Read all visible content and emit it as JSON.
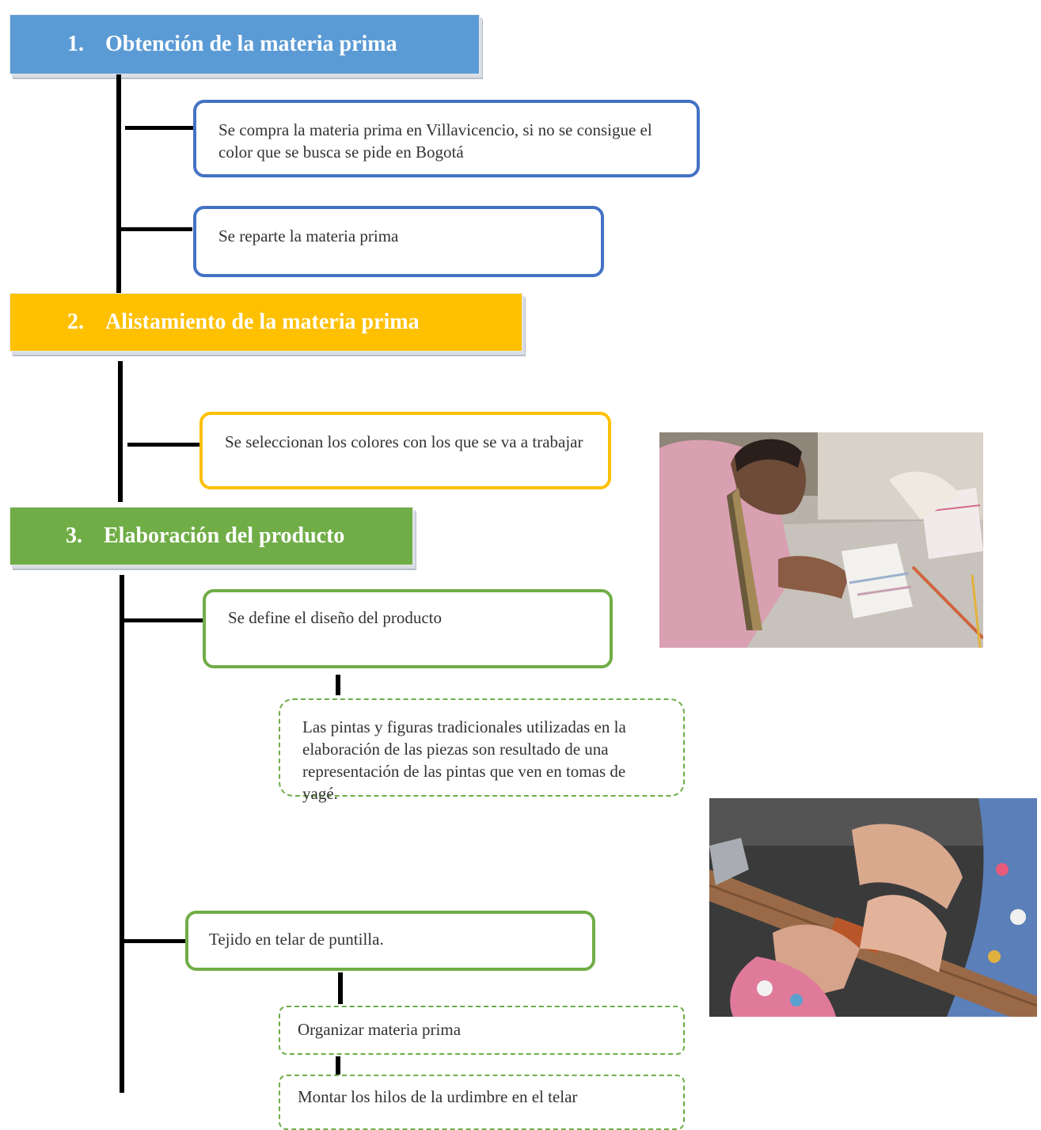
{
  "steps": [
    {
      "num": "1.",
      "title": "Obtención de la materia prima",
      "color": "#5b9bd5"
    },
    {
      "num": "2.",
      "title": "Alistamiento de la materia prima",
      "color": "#ffc000"
    },
    {
      "num": "3.",
      "title": "Elaboración del producto",
      "color": "#70ad47"
    }
  ],
  "step1_items": [
    "Se compra la materia prima en Villavicencio, si no se consigue el color que se busca se  pide en Bogotá",
    "Se reparte la materia prima"
  ],
  "step2_items": [
    "Se seleccionan los colores con los que se va a trabajar"
  ],
  "step3_items": {
    "design": "Se define el diseño del producto",
    "design_note": "Las pintas y figuras tradicionales utilizadas en la elaboración de las piezas son resultado de una representación de las pintas que ven en tomas de yagé.",
    "weaving": "Tejido en telar de puntilla.",
    "weaving_substeps": [
      "Organizar materia prima",
      "Montar los hilos de la urdimbre en el telar"
    ]
  },
  "icons": [
    "photo-artisan-drawing",
    "photo-loom-weaving"
  ],
  "colors": {
    "blue_border": "#4472c4",
    "yellow_border": "#ffc000",
    "green_border": "#70ad47"
  }
}
